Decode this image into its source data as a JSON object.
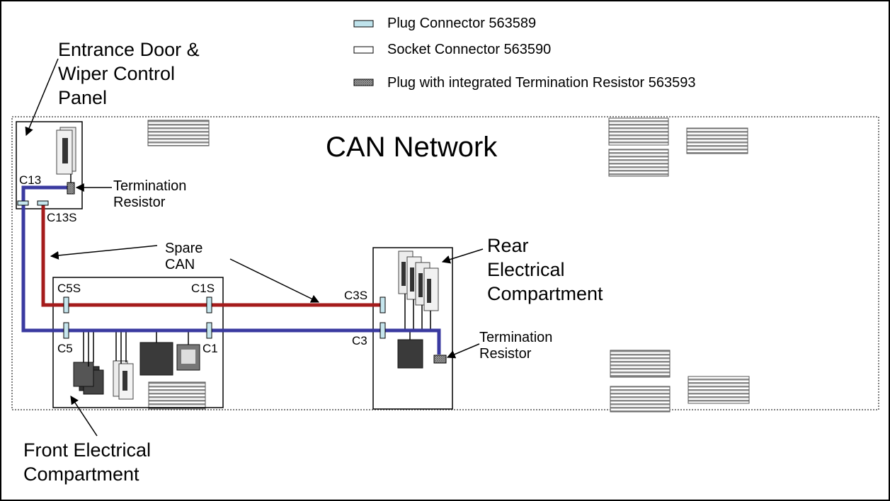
{
  "legend": {
    "plug": "Plug Connector 563589",
    "socket": "Socket Connector 563590",
    "termination_plug": "Plug with integrated Termination Resistor 563593"
  },
  "title": "CAN Network",
  "labels": {
    "entrance_panel": "Entrance Door &\nWiper Control\nPanel",
    "front_compartment": "Front Electrical\nCompartment",
    "rear_compartment": "Rear\nElectrical\nCompartment",
    "spare_can": "Spare\nCAN",
    "termination_1": "Termination\nResistor",
    "termination_2": "Termination\nResistor"
  },
  "connectors": {
    "c13": "C13",
    "c13s": "C13S",
    "c5s": "C5S",
    "c5": "C5",
    "c1s": "C1S",
    "c1": "C1",
    "c3s": "C3S",
    "c3": "C3"
  },
  "colors": {
    "can_bus": "#3a3aa0",
    "spare_can": "#a51c1c",
    "plug": "#c6e6ee"
  }
}
